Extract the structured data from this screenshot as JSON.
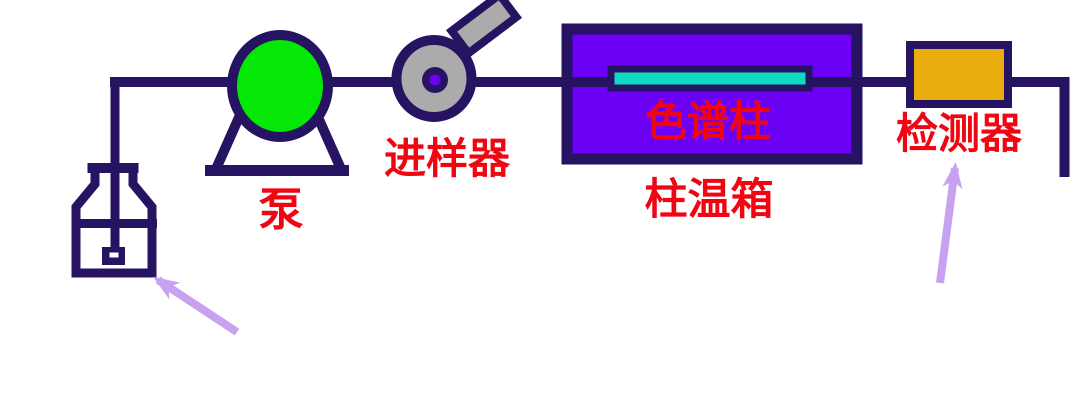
{
  "figure": {
    "labels": {
      "pump": "泵",
      "injector": "进样器",
      "column": "色谱柱",
      "column_oven": "柱温箱",
      "detector": "检测器"
    },
    "colors": {
      "background": "#FFFFFF",
      "outline": "#261463",
      "pump_fill": "#05E805",
      "injector_fill": "#ABABAB",
      "injector_dot": "#6B00F5",
      "oven_fill": "#6B00F5",
      "column_fill": "#0EDAC2",
      "detector_fill": "#EAAD10",
      "label_text": "#F00613",
      "arrow": "#C7A2F0",
      "sinker_dash": "#FFFFFF"
    }
  }
}
